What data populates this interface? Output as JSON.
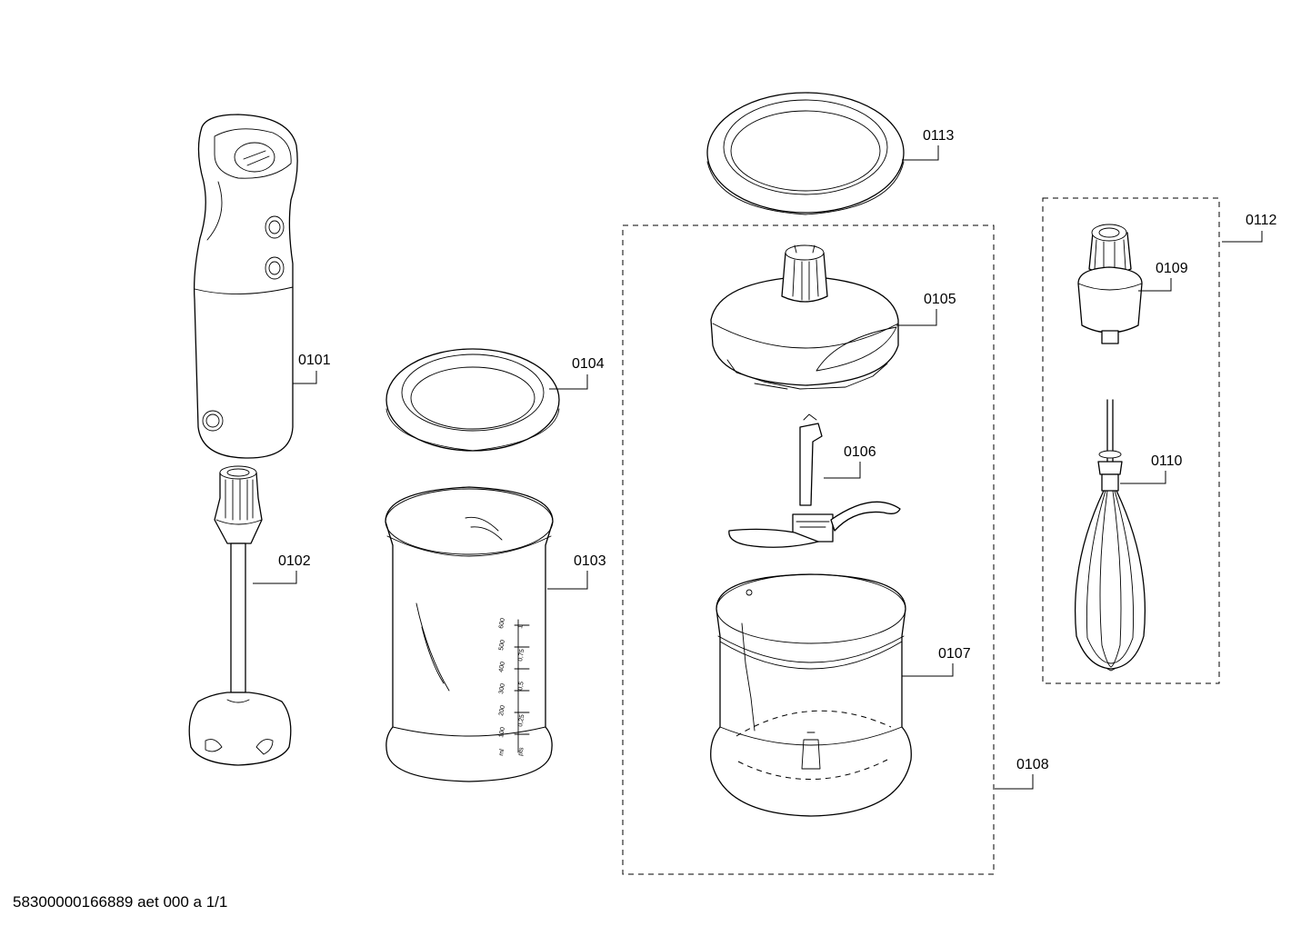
{
  "parts": [
    {
      "id": "0101"
    },
    {
      "id": "0102"
    },
    {
      "id": "0103"
    },
    {
      "id": "0104"
    },
    {
      "id": "0105"
    },
    {
      "id": "0106"
    },
    {
      "id": "0107"
    },
    {
      "id": "0108"
    },
    {
      "id": "0109"
    },
    {
      "id": "0110"
    },
    {
      "id": "0112"
    },
    {
      "id": "0113"
    }
  ],
  "beaker_scale": {
    "ml": [
      "600",
      "500",
      "400",
      "300",
      "200",
      "100",
      "ml"
    ],
    "pints": [
      "1",
      "0,75",
      "0,5",
      "0,25",
      "pts"
    ]
  },
  "footer": {
    "code": "58300000166889 aet 000 a 1/1"
  }
}
